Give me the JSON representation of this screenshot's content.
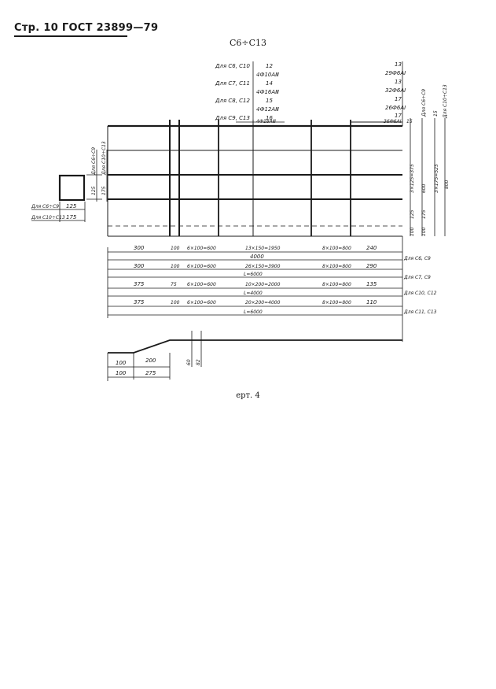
{
  "header": {
    "page_label": "Стр. 10 ГОСТ 23899—79"
  },
  "title": "С6÷С13",
  "caption": "ерт. 4",
  "top_callouts": [
    {
      "for": "Для С6, С10",
      "value": "12"
    },
    {
      "rebar": "4Ф10АⅢ"
    },
    {
      "for": "Для С7, С11",
      "value": "14"
    },
    {
      "rebar": "4Ф16АⅢ"
    },
    {
      "for": "Для С8, С12",
      "value": "15"
    },
    {
      "rebar": "4Ф12АⅢ"
    },
    {
      "for": "Для С9, С13",
      "value": "16"
    },
    {
      "rebar": "4Ф18АⅢ"
    }
  ],
  "right_callouts": [
    "13",
    "29Ф6АⅠ",
    "13",
    "32Ф6АⅠ",
    "17",
    "26Ф6АⅠ",
    "17",
    "36Ф6АⅠ",
    "15"
  ],
  "right_vertical": {
    "for_c6_c9": "Для С6÷С9",
    "for_c10_c13": "Для С10÷С13",
    "dim_15": "15",
    "dim_3x125": "3×125=375",
    "dim_3x175": "3×175=525",
    "dim_600": "600",
    "dim_800": "800",
    "dim_125": "125",
    "dim_175": "175",
    "dim_100a": "100",
    "dim_100b": "100"
  },
  "left_vertical": {
    "for_c6_c9": "Для С6÷С9",
    "for_c10_c13": "Для С10÷С13",
    "dim_125": "125",
    "dim_175": "175"
  },
  "section": {
    "row1_label": "Для С6÷С9",
    "row1_dim": "125",
    "row2_label": "Для С10÷С13",
    "row2_dim": "175"
  },
  "dimension_rows": [
    {
      "segments": [
        "300",
        "100",
        "6×100=600",
        "13×150=1950",
        "8×100=800",
        "240"
      ],
      "total": "4000",
      "label": "Для С6, С9"
    },
    {
      "segments": [
        "300",
        "100",
        "6×100=600",
        "26×150=3900",
        "8×100=800",
        "290"
      ],
      "total": "L=6000",
      "label": "Для С7, С9"
    },
    {
      "segments": [
        "375",
        "75",
        "6×100=600",
        "10×200=2000",
        "8×100=800",
        "135"
      ],
      "total": "L=4000",
      "label": "Для С10, С12"
    },
    {
      "segments": [
        "375",
        "100",
        "6×100=600",
        "20×200=4000",
        "8×100=800",
        "110"
      ],
      "total": "L=6000",
      "label": "Для С11, С13"
    }
  ],
  "detail": {
    "a1": "100",
    "a2": "200",
    "b1": "100",
    "b2": "275",
    "v1": "60",
    "v2": "82"
  }
}
